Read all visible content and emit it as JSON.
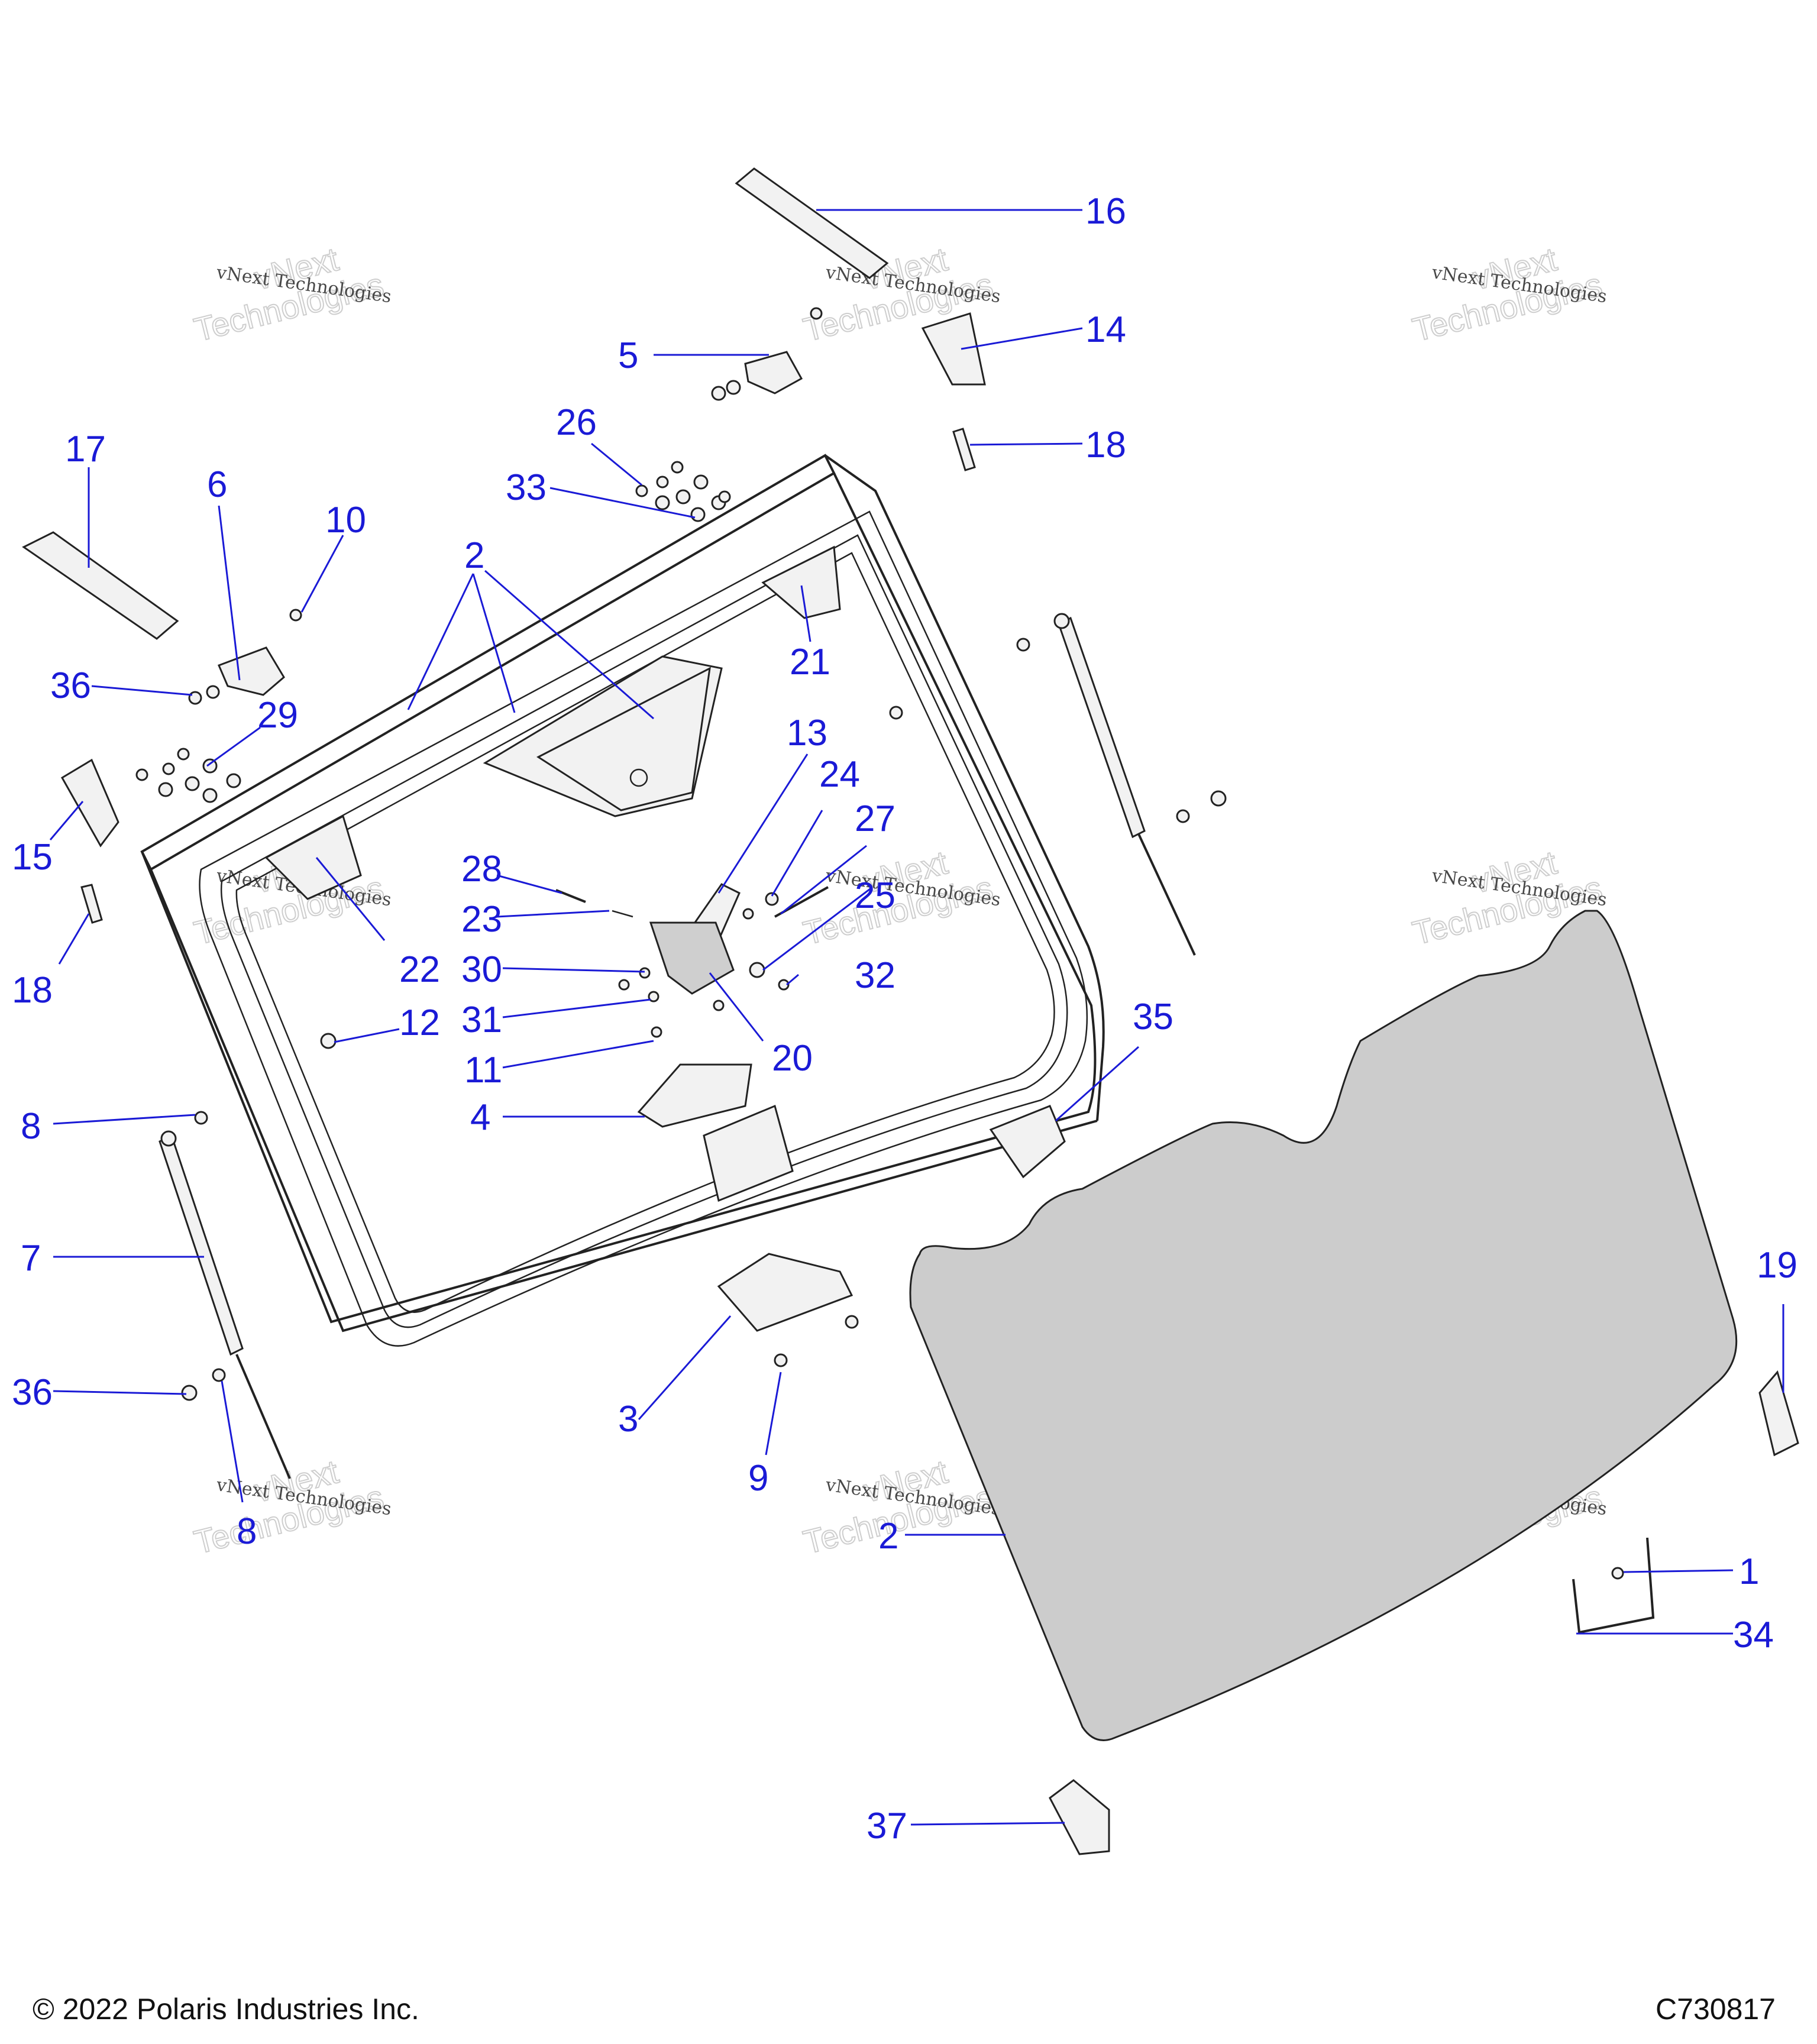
{
  "footer": {
    "copyright": "© 2022 Polaris Industries Inc.",
    "drawing_id": "C730817"
  },
  "watermark": {
    "line1": "vNext Technologies",
    "line2": "Technologies",
    "line3": "vNext"
  },
  "callouts": {
    "c1": "1",
    "c2a": "2",
    "c2b": "2",
    "c3": "3",
    "c4": "4",
    "c5": "5",
    "c6": "6",
    "c7": "7",
    "c8a": "8",
    "c8b": "8",
    "c9": "9",
    "c10": "10",
    "c11": "11",
    "c12": "12",
    "c13": "13",
    "c14": "14",
    "c15": "15",
    "c16": "16",
    "c17": "17",
    "c18a": "18",
    "c18b": "18",
    "c19": "19",
    "c20": "20",
    "c21": "21",
    "c22": "22",
    "c23": "23",
    "c24": "24",
    "c25": "25",
    "c26": "26",
    "c27": "27",
    "c28": "28",
    "c29": "29",
    "c30": "30",
    "c31": "31",
    "c32": "32",
    "c33": "33",
    "c34": "34",
    "c35": "35",
    "c36a": "36",
    "c36b": "36",
    "c37": "37"
  },
  "colors": {
    "callout": "#1a1ad6",
    "glass_panel": "#cccccc"
  }
}
